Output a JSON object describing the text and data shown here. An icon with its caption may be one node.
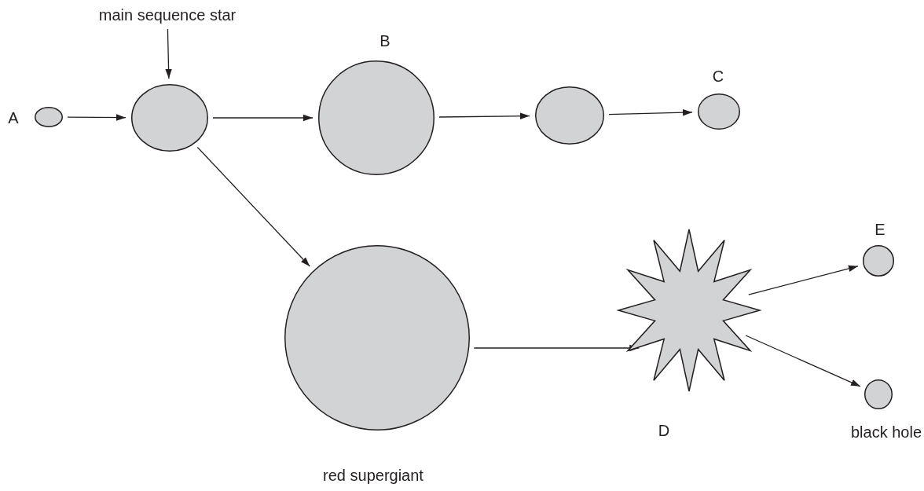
{
  "diagram": {
    "nodes": [
      {
        "text": [],
        "shape": "ellipse",
        "beside": [
          "A"
        ]
      },
      {
        "text": [
          "main sequence star"
        ]
      },
      {
        "text": [],
        "shape": "ellipse"
      },
      {
        "text": [],
        "shape": "circle",
        "beside": [
          "B"
        ]
      },
      {
        "text": [],
        "shape": "ellipse"
      },
      {
        "text": [],
        "shape": "ellipse",
        "beside": [
          "C"
        ]
      },
      {
        "text": [],
        "shape": "circle",
        "beside": [
          "red supergiant"
        ]
      },
      {
        "text": [],
        "shape": "starburst",
        "beside": [
          "D"
        ]
      },
      {
        "text": [],
        "shape": "circle",
        "beside": [
          "E"
        ]
      },
      {
        "text": [],
        "shape": "circle",
        "beside": [
          "black hole"
        ]
      }
    ],
    "edges": [
      {
        "from": 0,
        "to": 2,
        "arrow": "to"
      },
      {
        "from": 1,
        "to": 2,
        "arrow": "to"
      },
      {
        "from": 2,
        "to": 3,
        "arrow": "to"
      },
      {
        "from": 3,
        "to": 4,
        "arrow": "to"
      },
      {
        "from": 4,
        "to": 5,
        "arrow": "to"
      },
      {
        "from": 2,
        "to": 6,
        "arrow": "to"
      },
      {
        "from": 6,
        "to": 7,
        "arrow": "to"
      },
      {
        "from": 7,
        "to": 8,
        "arrow": "to"
      },
      {
        "from": 7,
        "to": 9,
        "arrow": "to"
      }
    ]
  }
}
